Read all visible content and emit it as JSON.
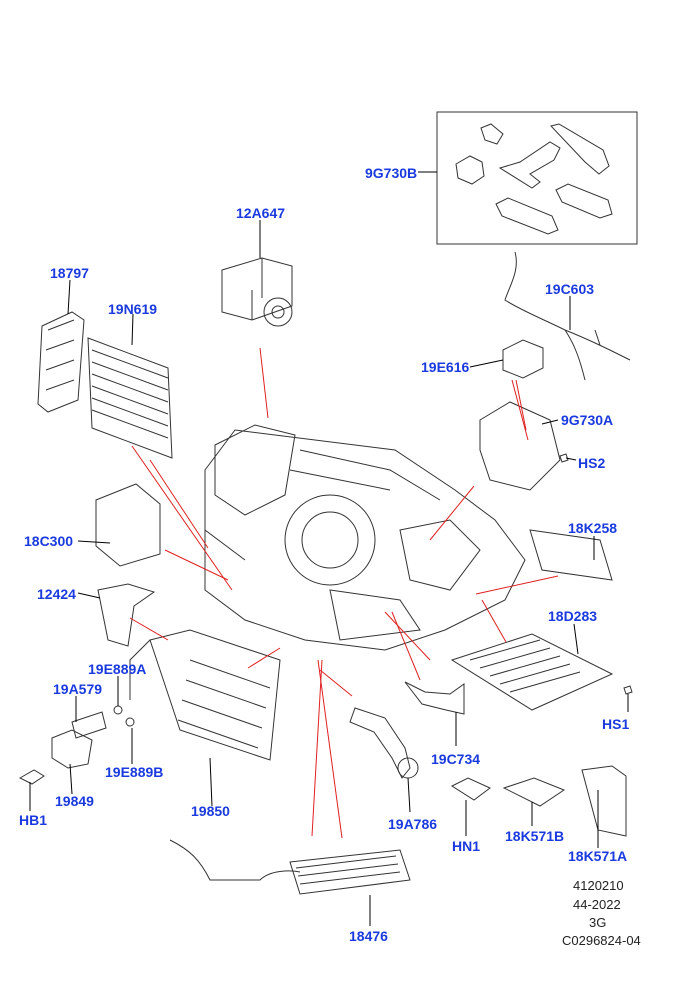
{
  "colors": {
    "label": "#1a3adf",
    "leader": "#000000",
    "callout_red": "#e02020",
    "line_art": "#333333",
    "metadata_text": "#222222"
  },
  "parts": [
    {
      "id": "9G730B"
    },
    {
      "id": "12A647"
    },
    {
      "id": "18797"
    },
    {
      "id": "19N619"
    },
    {
      "id": "19C603"
    },
    {
      "id": "19E616"
    },
    {
      "id": "9G730A"
    },
    {
      "id": "HS2"
    },
    {
      "id": "18C300"
    },
    {
      "id": "18K258"
    },
    {
      "id": "12424"
    },
    {
      "id": "18D283"
    },
    {
      "id": "19E889A"
    },
    {
      "id": "19A579"
    },
    {
      "id": "HS1"
    },
    {
      "id": "19C734"
    },
    {
      "id": "19E889B"
    },
    {
      "id": "19849"
    },
    {
      "id": "19850"
    },
    {
      "id": "19A786"
    },
    {
      "id": "HB1"
    },
    {
      "id": "HN1"
    },
    {
      "id": "18K571B"
    },
    {
      "id": "18K571A"
    },
    {
      "id": "18476"
    }
  ],
  "metadata": [
    "4120210",
    "44-2022",
    "3G",
    "C0296824-04"
  ]
}
